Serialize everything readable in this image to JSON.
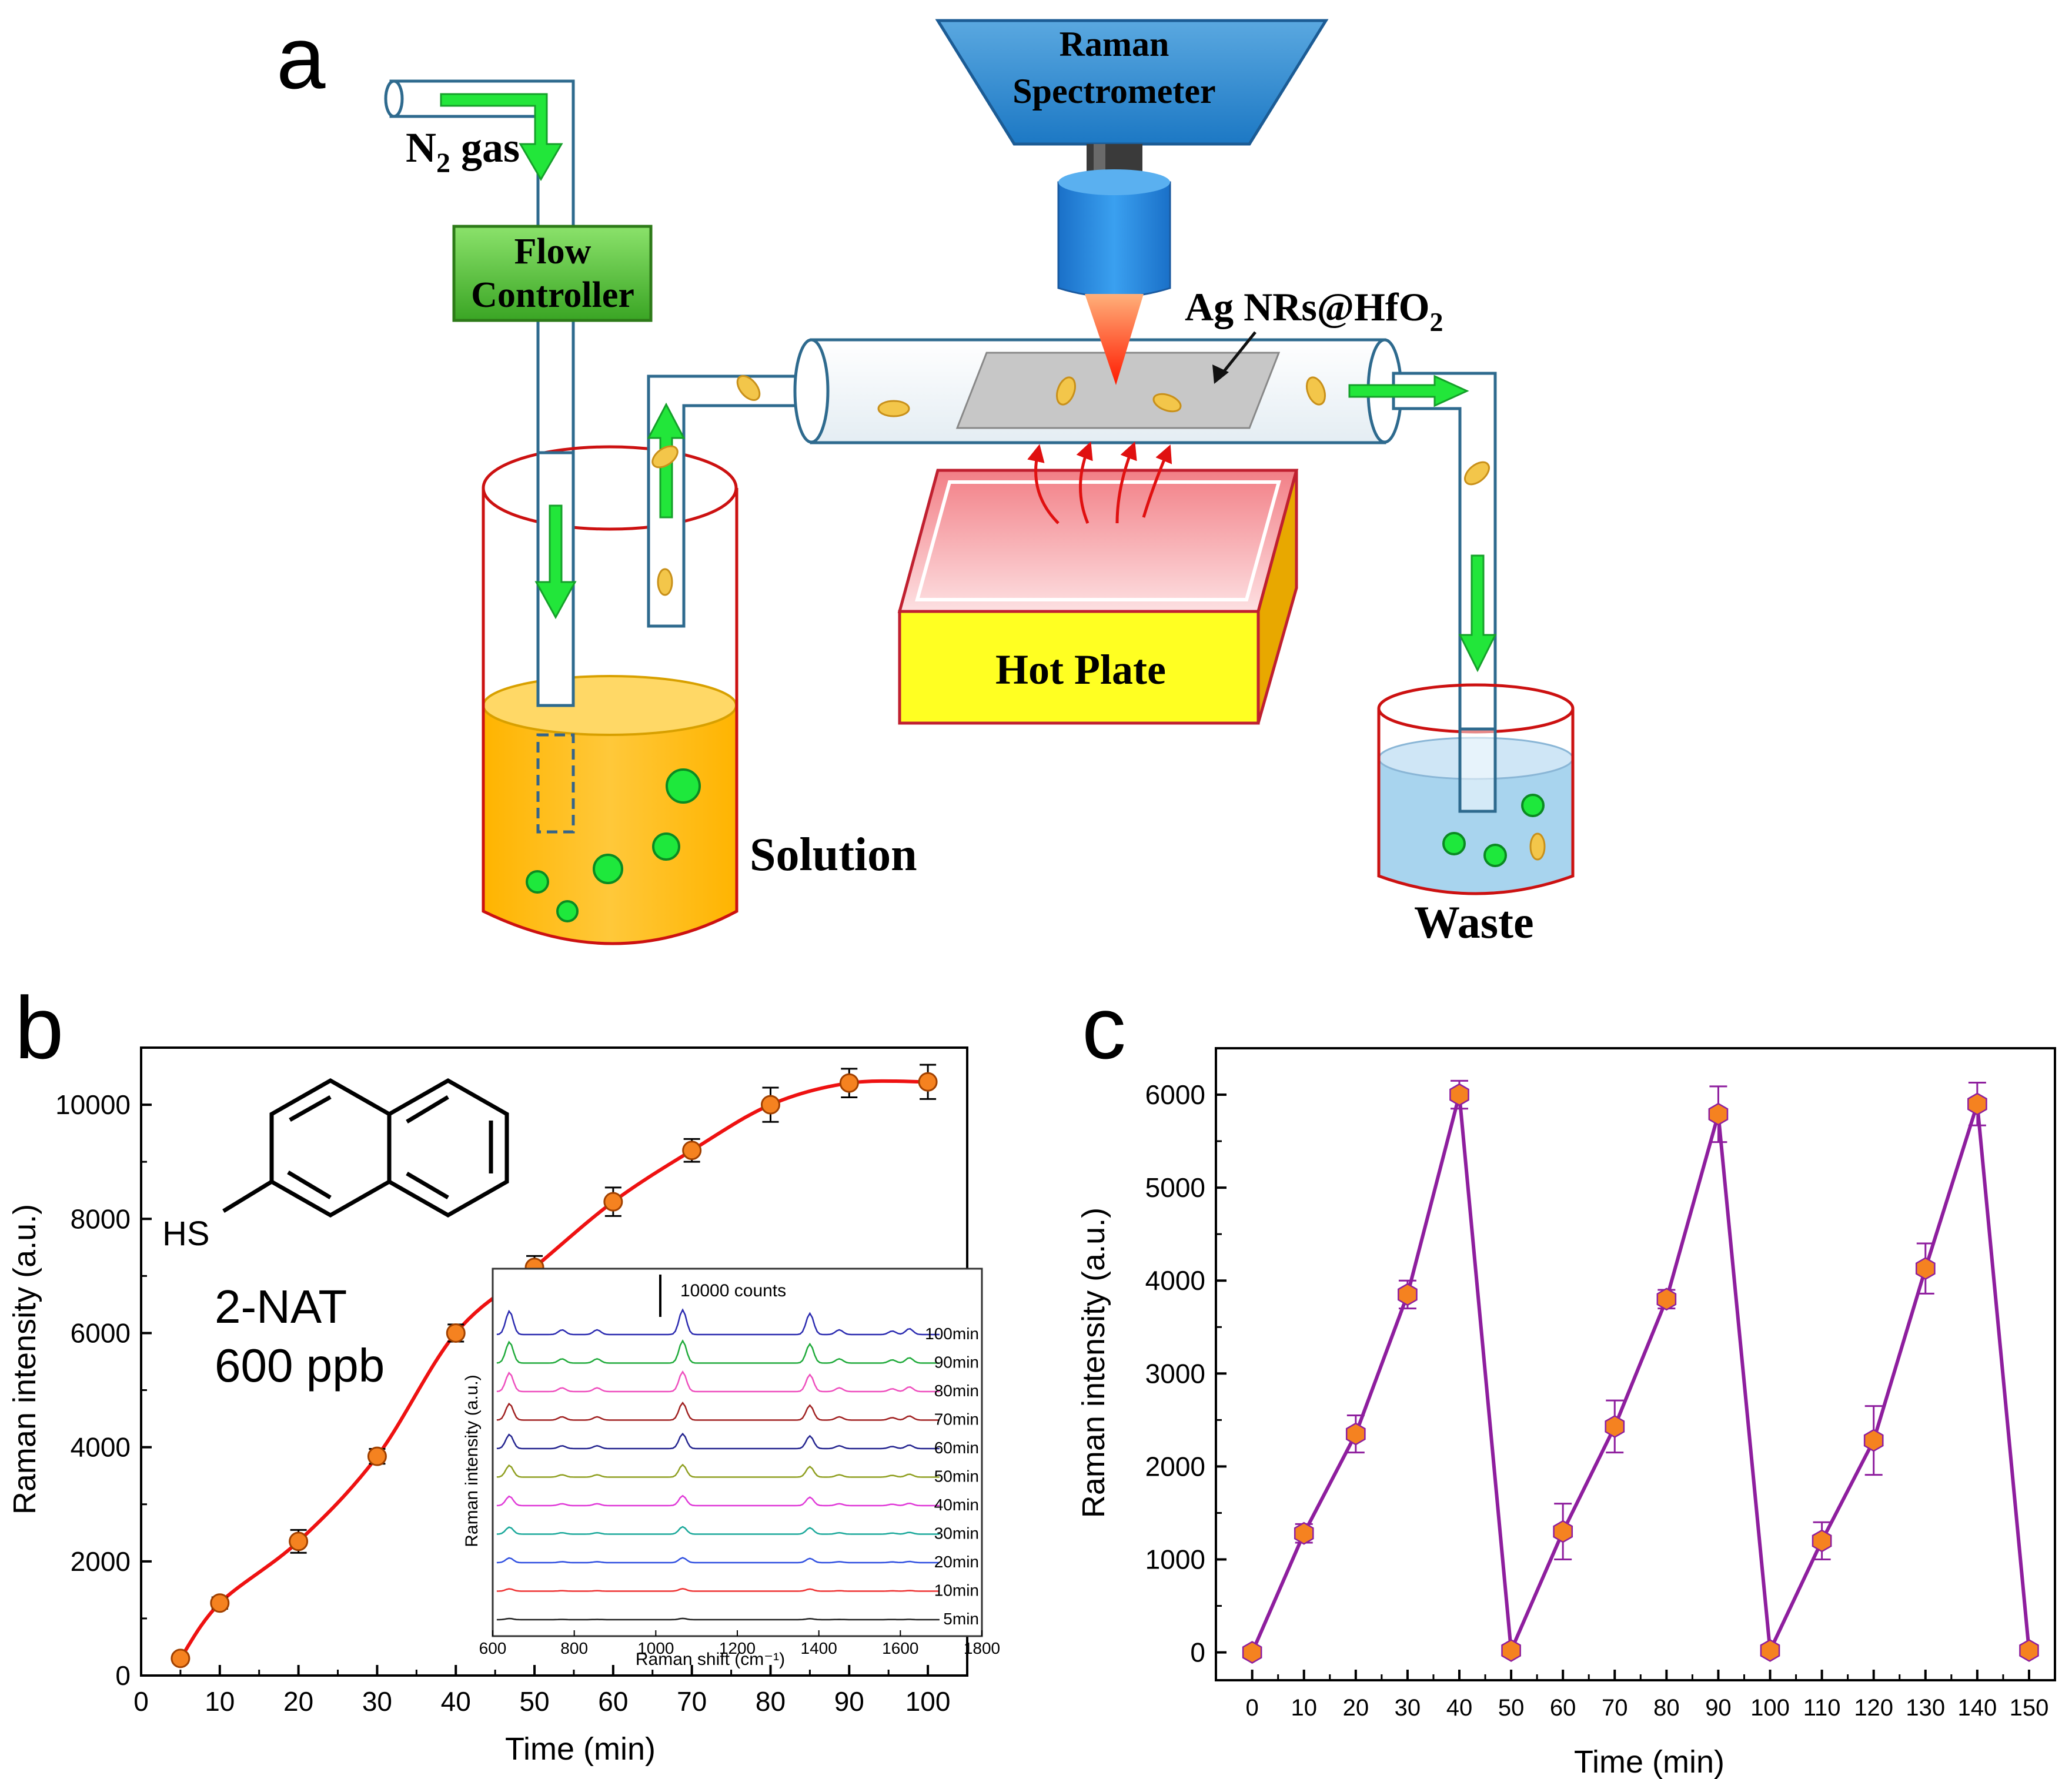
{
  "panel_a": {
    "label": "a",
    "spectrometer_line1": "Raman",
    "spectrometer_line2": "Spectrometer",
    "gas_label": "N",
    "gas_sub": "2",
    "gas_suffix": " gas",
    "flow_line1": "Flow",
    "flow_line2": "Controller",
    "substrate_label_main": "Ag NRs@HfO",
    "substrate_label_sub": "2",
    "hot_plate": "Hot Plate",
    "solution": "Solution",
    "waste": "Waste",
    "colors": {
      "tube_stroke": "#2e6a8e",
      "flow_arrow": "#22e63a",
      "spectrometer": "#2e8fd6",
      "controller": "#5cc83a",
      "hot_plate_top": "#f4a3a8",
      "hot_plate_side": "#ffff22",
      "solution": "#ffbf10",
      "waste_liquid": "#a8d4ee",
      "particle": "#f3c64a",
      "bubble": "#1ee83c"
    }
  },
  "chart_data": [
    {
      "panel": "b",
      "type": "scatter",
      "xlabel": "Time (min)",
      "ylabel": "Raman intensity (a.u.)",
      "xlim": [
        0,
        105
      ],
      "ylim": [
        0,
        11000
      ],
      "xticks": [
        0,
        10,
        20,
        30,
        40,
        50,
        60,
        70,
        80,
        90,
        100
      ],
      "yticks": [
        0,
        2000,
        4000,
        6000,
        8000,
        10000
      ],
      "x": [
        5,
        10,
        20,
        30,
        40,
        50,
        60,
        70,
        80,
        90,
        100
      ],
      "y": [
        300,
        1270,
        2350,
        3840,
        6000,
        7150,
        8300,
        9200,
        10000,
        10380,
        10400
      ],
      "yerr": [
        80,
        100,
        200,
        130,
        150,
        200,
        250,
        200,
        300,
        250,
        300
      ],
      "fit": true,
      "molecule_sub": "HS",
      "annotation_line1": "2-NAT",
      "annotation_line2": "600 ppb",
      "colors": {
        "marker": "#f58220",
        "fit_line": "#ee1111"
      },
      "inset": {
        "type": "line",
        "xlabel": "Raman shift (cm⁻¹)",
        "ylabel": "Raman intensity (a.u.)",
        "xlim": [
          600,
          1800
        ],
        "xticks": [
          600,
          800,
          1000,
          1200,
          1400,
          1600,
          1800
        ],
        "scale_label": "10000 counts",
        "peaks": [
          641,
          770,
          856,
          1066,
          1378,
          1450,
          1580,
          1622
        ],
        "series": [
          {
            "name": "100min",
            "color": "#2b2bb0"
          },
          {
            "name": "90min",
            "color": "#1faa3a"
          },
          {
            "name": "80min",
            "color": "#ee4fbe"
          },
          {
            "name": "70min",
            "color": "#a02020"
          },
          {
            "name": "60min",
            "color": "#24248f"
          },
          {
            "name": "50min",
            "color": "#8f9f20"
          },
          {
            "name": "40min",
            "color": "#e03ad8"
          },
          {
            "name": "30min",
            "color": "#1aa89a"
          },
          {
            "name": "20min",
            "color": "#3050e0"
          },
          {
            "name": "10min",
            "color": "#ee3030"
          },
          {
            "name": "5min",
            "color": "#222222"
          }
        ]
      }
    },
    {
      "panel": "c",
      "type": "line",
      "xlabel": "Time (min)",
      "ylabel": "Raman intensity (a.u.)",
      "xlim": [
        -7,
        155
      ],
      "ylim": [
        -300,
        6500
      ],
      "xticks": [
        0,
        10,
        20,
        30,
        40,
        50,
        60,
        70,
        80,
        90,
        100,
        110,
        120,
        130,
        140,
        150
      ],
      "yticks": [
        0,
        1000,
        2000,
        3000,
        4000,
        5000,
        6000
      ],
      "x": [
        0,
        10,
        20,
        30,
        40,
        50,
        60,
        70,
        80,
        90,
        100,
        110,
        120,
        130,
        140,
        150
      ],
      "y": [
        0,
        1280,
        2350,
        3850,
        6000,
        20,
        1300,
        2430,
        3800,
        5790,
        20,
        1200,
        2280,
        4130,
        5900,
        20
      ],
      "yerr": [
        60,
        100,
        200,
        150,
        150,
        60,
        300,
        280,
        100,
        300,
        60,
        200,
        370,
        270,
        230,
        60
      ],
      "colors": {
        "marker": "#f58220",
        "line": "#8e1e9e"
      }
    }
  ]
}
